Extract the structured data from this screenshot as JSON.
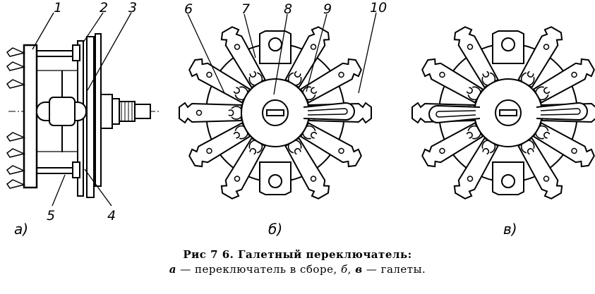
{
  "callouts": [
    "1",
    "2",
    "3",
    "6",
    "7",
    "8",
    "9",
    "10",
    "5",
    "4"
  ],
  "sublabels": {
    "a": "а)",
    "b": "б)",
    "c": "в)"
  },
  "caption": {
    "title": "Рис 7 6. Галетный переключатель:",
    "line2_a": "а",
    "line2_mid": " — переключатель в сборе, ",
    "line2_b": "б",
    "line2_comma": ", ",
    "line2_c": "в",
    "line2_end": " — галеты."
  }
}
